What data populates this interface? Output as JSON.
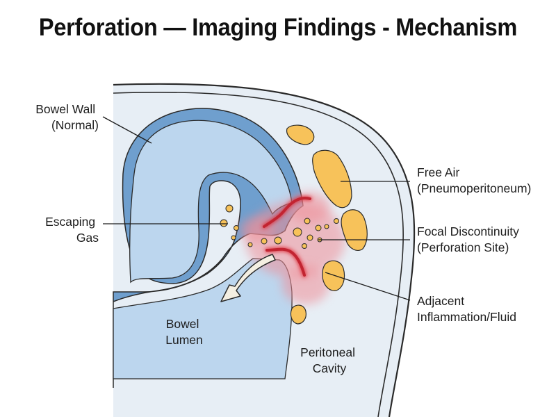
{
  "title": "Perforation — Imaging Findings - Mechanism",
  "labels": {
    "bowel_wall": [
      "Bowel Wall",
      "(Normal)"
    ],
    "escaping_gas": [
      "Escaping",
      "Gas"
    ],
    "bowel_lumen": [
      "Bowel",
      "Lumen"
    ],
    "peritoneal_cavity": [
      "Peritoneal",
      "Cavity"
    ],
    "free_air": [
      "Free Air",
      "(Pneumoperitoneum)"
    ],
    "focal_discontinuity": [
      "Focal Discontinuity",
      "(Perforation Site)"
    ],
    "adjacent_inflammation": [
      "Adjacent",
      "Inflammation/Fluid"
    ]
  },
  "colors": {
    "bowel_wall": "#6f9fce",
    "bowel_lumen": "#bcd6ee",
    "peritoneal_cavity": "#e7eef5",
    "free_air": "#f7c25a",
    "inflammation": "#ef8f98",
    "perforation_edge": "#e0323c",
    "arrow": "#f4efe2",
    "outline": "#2a2a2a"
  }
}
